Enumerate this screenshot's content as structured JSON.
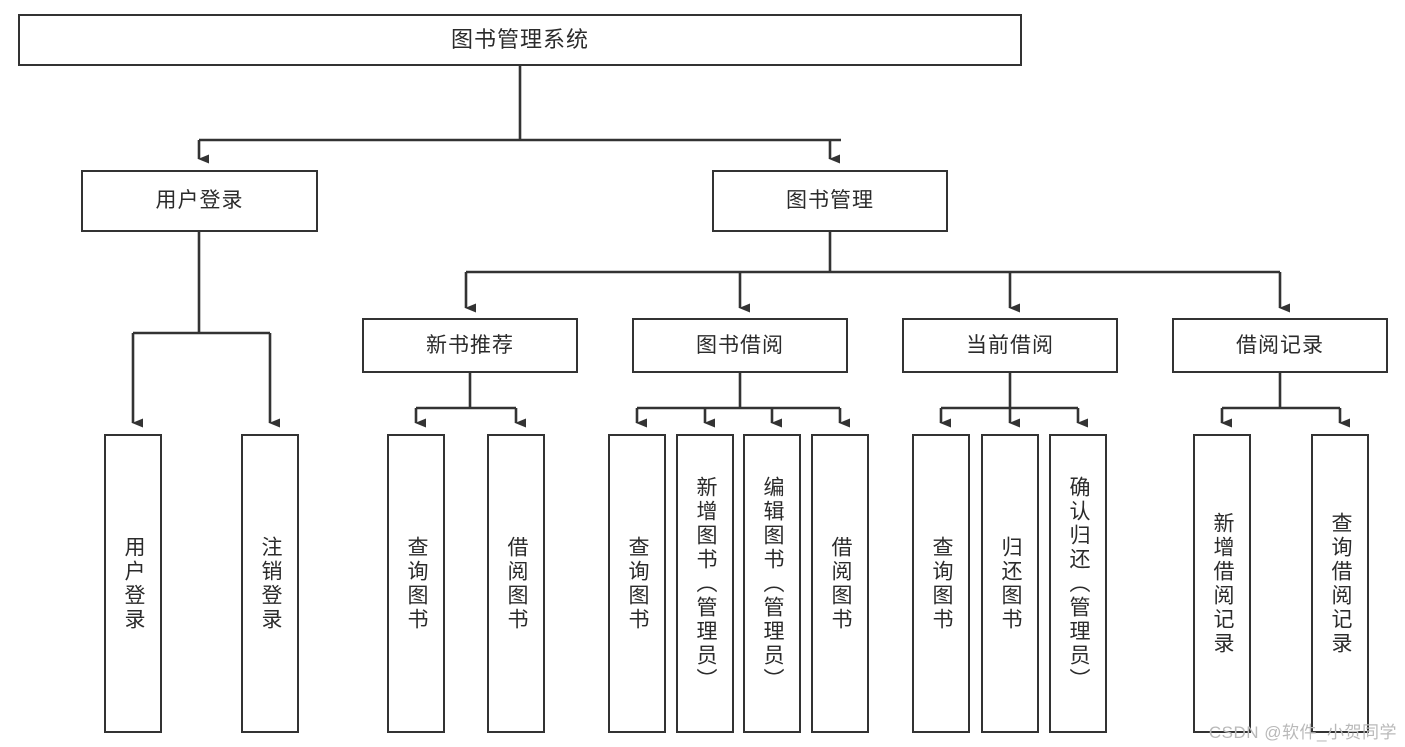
{
  "diagram": {
    "title": "图书管理系统",
    "type": "tree-hierarchy-diagram",
    "root": {
      "label": "图书管理系统"
    },
    "level2": [
      {
        "label": "用户登录"
      },
      {
        "label": "图书管理"
      }
    ],
    "level3": [
      {
        "label": "新书推荐"
      },
      {
        "label": "图书借阅"
      },
      {
        "label": "当前借阅"
      },
      {
        "label": "借阅记录"
      }
    ],
    "leaves": {
      "user_login": [
        {
          "label": "用户登录"
        },
        {
          "label": "注销登录"
        }
      ],
      "new_book_recommend": [
        {
          "label": "查询图书"
        },
        {
          "label": "借阅图书"
        }
      ],
      "book_borrow": [
        {
          "label": "查询图书"
        },
        {
          "label": "新增图书（管理员）"
        },
        {
          "label": "编辑图书（管理员）"
        },
        {
          "label": "借阅图书"
        }
      ],
      "current_borrow": [
        {
          "label": "查询图书"
        },
        {
          "label": "归还图书"
        },
        {
          "label": "确认归还（管理员）"
        }
      ],
      "borrow_record": [
        {
          "label": "新增借阅记录"
        },
        {
          "label": "查询借阅记录"
        }
      ]
    }
  },
  "watermark": {
    "text": "CSDN @软件_小贺同学"
  },
  "colors": {
    "stroke": "#333333",
    "text": "#2b2b2b",
    "background": "#ffffff",
    "watermark": "#b9b9b9"
  }
}
